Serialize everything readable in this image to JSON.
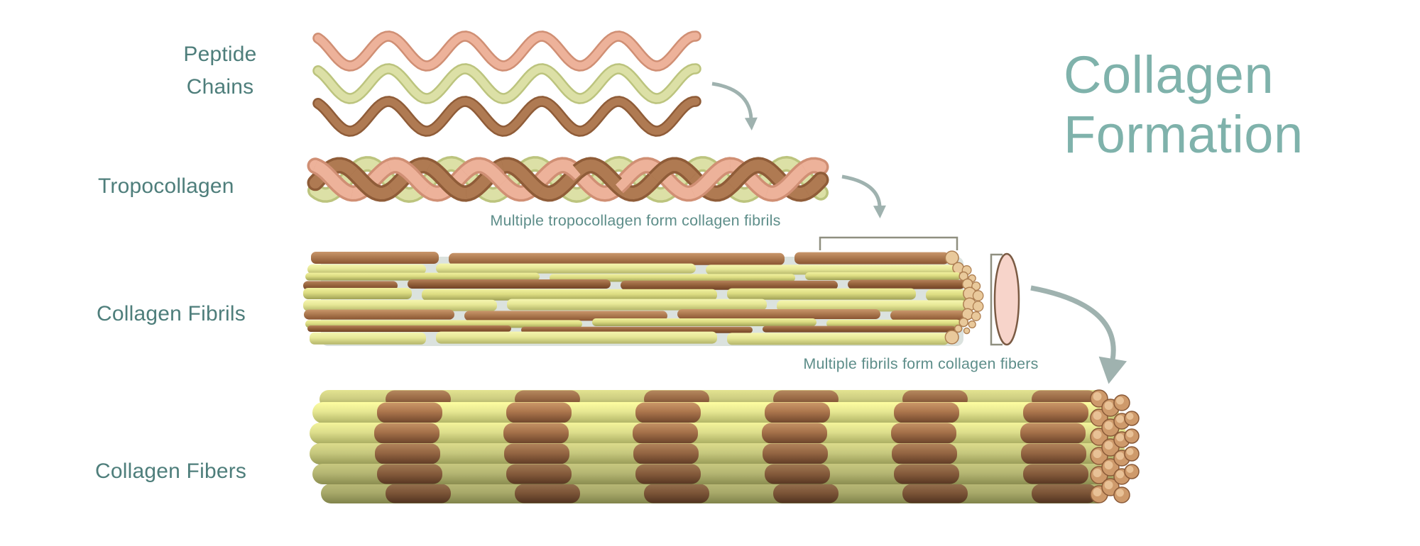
{
  "title": {
    "line1": "Collagen",
    "line2": "Formation"
  },
  "labels": {
    "peptide": "Peptide\nChains",
    "tropocollagen": "Tropocollagen",
    "fibrils": "Collagen Fibrils",
    "fibers": "Collagen Fibers"
  },
  "annotations": {
    "fibrils_note": "Multiple tropocollagen form collagen fibrils",
    "fibers_note": "Multiple fibrils form collagen fibers"
  },
  "colors": {
    "title_teal": "#7FB2AB",
    "label_teal": "#4E7E7B",
    "note_teal": "#5E8E8A",
    "arrow_gray": "#9FB2AF",
    "wave_salmon_main": "#EDB29A",
    "wave_salmon_edge": "#D08F74",
    "wave_green_main": "#DCE0A6",
    "wave_green_edge": "#BCC47E",
    "wave_brown_main": "#AF7A52",
    "wave_brown_edge": "#8F5C38",
    "shadow_plate": "#DBE2DE",
    "fibril_yellow": [
      "#F1F19E",
      "#DCDC82",
      "#9FA055"
    ],
    "fibril_yellow_light": [
      "#F6F6B0",
      "#E6E796",
      "#B4B56A"
    ],
    "fibril_brown": [
      "#C9966B",
      "#AD7A50",
      "#8A5532"
    ],
    "fibril_brown_dark": [
      "#B5815A",
      "#96633C",
      "#714225"
    ],
    "fiber_yellow": [
      "#F4F49B",
      "#DDDE8C",
      "#A9AC61"
    ],
    "fiber_brown": [
      "#C39265",
      "#A5714A",
      "#6B432A"
    ],
    "rod_end_fill": "#CE9A6B",
    "rod_end_highlight": "#E8C196",
    "rod_end_stroke": "#8A5A38",
    "fibril_end_fill": "#E9C99B",
    "fibril_end_stroke": "#AE7F52",
    "bracket_gray": "#8F8F80",
    "cross_section_fill": "#F7D4CA",
    "cross_section_stroke": "#7B5B44"
  }
}
